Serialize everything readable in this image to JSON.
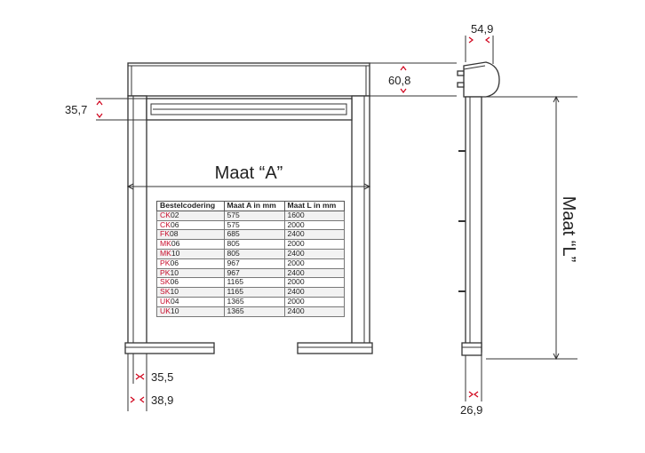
{
  "front_view": {
    "width_label": "Maat “A”",
    "dim_top_right": "60,8",
    "dim_left": "35,7",
    "dim_bottom_1": "35,5",
    "dim_bottom_2": "38,9"
  },
  "side_view": {
    "dim_top": "54,9",
    "length_label": "Maat “L”",
    "dim_bottom": "26,9"
  },
  "table": {
    "headers": [
      "Bestelcodering",
      "Maat A in mm",
      "Maat L in mm"
    ],
    "rows": [
      {
        "prefix": "CK",
        "suffix": "02",
        "a": "575",
        "l": "1600"
      },
      {
        "prefix": "CK",
        "suffix": "06",
        "a": "575",
        "l": "2000"
      },
      {
        "prefix": "FK",
        "suffix": "08",
        "a": "685",
        "l": "2400"
      },
      {
        "prefix": "MK",
        "suffix": "06",
        "a": "805",
        "l": "2000"
      },
      {
        "prefix": "MK",
        "suffix": "10",
        "a": "805",
        "l": "2400"
      },
      {
        "prefix": "PK",
        "suffix": "06",
        "a": "967",
        "l": "2000"
      },
      {
        "prefix": "PK",
        "suffix": "10",
        "a": "967",
        "l": "2400"
      },
      {
        "prefix": "SK",
        "suffix": "06",
        "a": "1165",
        "l": "2000"
      },
      {
        "prefix": "SK",
        "suffix": "10",
        "a": "1165",
        "l": "2400"
      },
      {
        "prefix": "UK",
        "suffix": "04",
        "a": "1365",
        "l": "2000"
      },
      {
        "prefix": "UK",
        "suffix": "10",
        "a": "1365",
        "l": "2400"
      }
    ]
  },
  "colors": {
    "code_prefix": "#c8102e",
    "dim_tick": "#d0021b",
    "line": "#333333"
  }
}
